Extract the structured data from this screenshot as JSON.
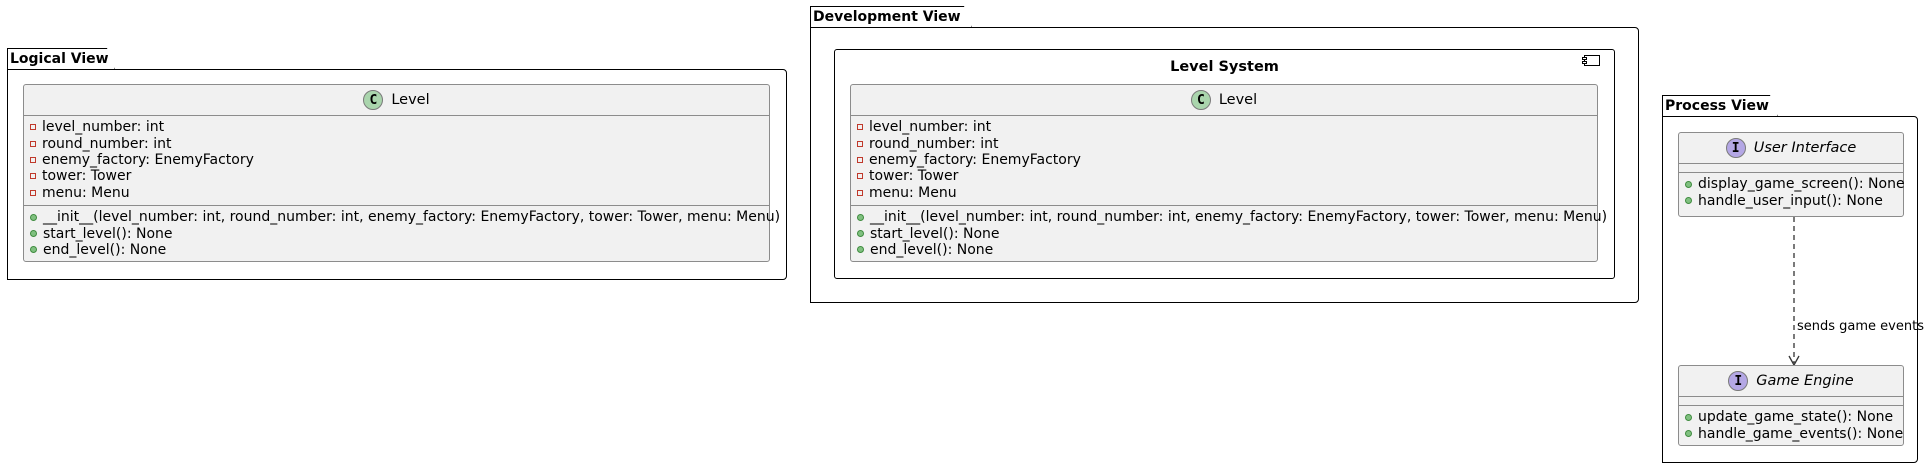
{
  "packages": {
    "logical": {
      "title": "Logical View",
      "class": {
        "stereotype": "C",
        "name": "Level",
        "attributes": [
          "level_number: int",
          "round_number: int",
          "enemy_factory: EnemyFactory",
          "tower: Tower",
          "menu: Menu"
        ],
        "methods": [
          "__init__(level_number: int, round_number: int, enemy_factory: EnemyFactory, tower: Tower, menu: Menu)",
          "start_level(): None",
          "end_level(): None"
        ]
      }
    },
    "development": {
      "title": "Development View",
      "component": {
        "title": "Level System",
        "class": {
          "stereotype": "C",
          "name": "Level",
          "attributes": [
            "level_number: int",
            "round_number: int",
            "enemy_factory: EnemyFactory",
            "tower: Tower",
            "menu: Menu"
          ],
          "methods": [
            "__init__(level_number: int, round_number: int, enemy_factory: EnemyFactory, tower: Tower, menu: Menu)",
            "start_level(): None",
            "end_level(): None"
          ]
        }
      }
    },
    "process": {
      "title": "Process View",
      "user_interface": {
        "stereotype": "I",
        "name": "User Interface",
        "methods": [
          "display_game_screen(): None",
          "handle_user_input(): None"
        ]
      },
      "game_engine": {
        "stereotype": "I",
        "name": "Game Engine",
        "methods": [
          "update_game_state(): None",
          "handle_game_events(): None"
        ]
      },
      "relation_label": "sends game events"
    }
  }
}
